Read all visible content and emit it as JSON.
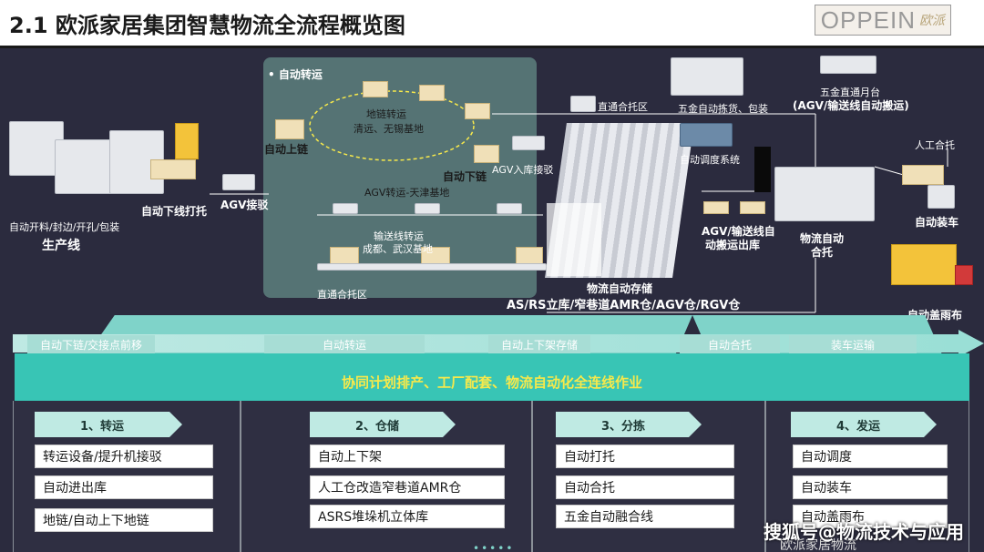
{
  "header": {
    "title": "2.1 欧派家居集团智慧物流全流程概览图",
    "logo_text": "OPPEIN",
    "logo_cn": "欧派"
  },
  "diagram": {
    "zone_title": "• 自动转运",
    "ground_chain": "地链转运",
    "ground_chain_sites": "清远、无锡基地",
    "auto_chain_on": "自动上链",
    "auto_chain_off": "自动下链",
    "agv_transfer": "AGV转运-天津基地",
    "conveyor_transfer": "输送线转运",
    "conveyor_sites": "成都、武汉基地",
    "direct_area_left": "直通合托区",
    "direct_area_top": "直通合托区",
    "agv_inbound": "AGV入库接驳",
    "agv_dock": "AGV接驳",
    "auto_offline_pallet": "自动下线打托",
    "production_ops": "自动开料/封边/开孔/包装",
    "production_line": "生产线",
    "storage_title": "物流自动存储",
    "storage_types": "AS/RS立库/窄巷道AMR仓/AGV仓/RGV仓",
    "hardware_picking": "五金自动拣货、包装",
    "hardware_platform": "五金直通月台",
    "hardware_platform_sub": "(AGV/输送线自动搬运)",
    "dispatch_system": "自动调度系统",
    "agv_outbound": "AGV/输送线自",
    "agv_outbound2": "动搬运出库",
    "logistics_merge": "物流自动",
    "logistics_merge2": "合托",
    "manual_pallet": "人工合托",
    "auto_loading": "自动装车",
    "auto_cover": "自动盖雨布"
  },
  "stages": [
    "自动下链/交接点前移",
    "自动转运",
    "自动上下架存储",
    "自动合托",
    "装车运输"
  ],
  "banner": "协同计划排产、工厂配套、物流自动化全连线作业",
  "panels": [
    {
      "title": "1、转运",
      "items": [
        "转运设备/提升机接驳",
        "自动进出库",
        "地链/自动上下地链"
      ]
    },
    {
      "title": "2、仓储",
      "items": [
        "自动上下架",
        "人工仓改造窄巷道AMR仓",
        "ASRS堆垛机立体库"
      ]
    },
    {
      "title": "3、分拣",
      "items": [
        "自动打托",
        "自动合托",
        "五金自动融合线"
      ]
    },
    {
      "title": "4、发运",
      "items": [
        "自动调度",
        "自动装车",
        "自动盖雨布"
      ]
    }
  ],
  "watermark": "搜狐号@物流技术与应用",
  "watermark_sub": "欧派家居物流",
  "colors": {
    "background": "#2b2b3e",
    "teal": "#38c5b5",
    "banner_text": "#f7e94b",
    "zone": "#78afa0"
  }
}
